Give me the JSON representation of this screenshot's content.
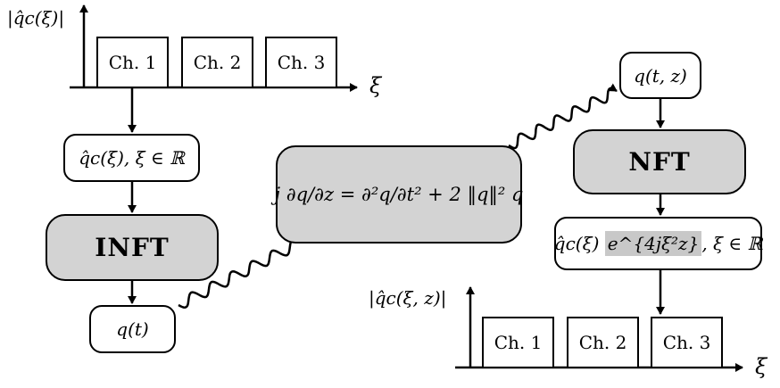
{
  "top_spectrum": {
    "ylabel": "|q̂c(ξ)|",
    "xlabel": "ξ",
    "channels": [
      "Ch. 1",
      "Ch. 2",
      "Ch. 3"
    ]
  },
  "left_flow": {
    "spectrum_box": "q̂c(ξ),  ξ ∈ ℝ",
    "infT_label": "INFT",
    "time_box": "q(t)"
  },
  "nlse_box": {
    "equation": "j ∂q/∂z = ∂²q/∂t² + 2 ‖q‖² q"
  },
  "right_flow": {
    "signal_box": "q(t, z)",
    "nft_label": "NFT",
    "spectrum_prefix": "q̂c(ξ)",
    "spectrum_phase": "e^{4jξ²z}",
    "spectrum_suffix": ", ξ ∈ ℝ"
  },
  "bottom_spectrum": {
    "ylabel": "|q̂c(ξ, z)|",
    "xlabel": "ξ",
    "channels": [
      "Ch. 1",
      "Ch. 2",
      "Ch. 3"
    ]
  }
}
